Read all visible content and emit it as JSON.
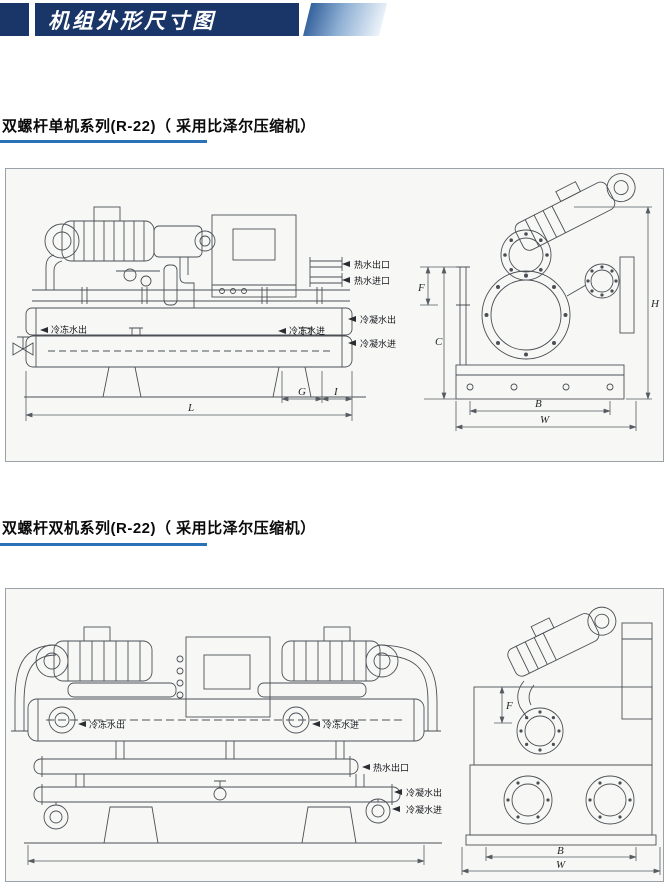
{
  "header": {
    "title": "机组外形尺寸图"
  },
  "theme": {
    "banner_color": "#1a3668",
    "accent_rule_color": "#2b71b8",
    "box_background": "#f7f8f6",
    "line_color": "#4b4f55"
  },
  "section1": {
    "heading": "双螺杆单机系列(R-22)（ 采用比泽尔压缩机）",
    "side_view": {
      "labels": {
        "hot_water_outlet": "热水出口",
        "hot_water_inlet": "热水进口",
        "chilled_water_outlet": "冷冻水出",
        "chilled_water_inlet": "冷冻水进",
        "condenser_water_outlet": "冷凝水出",
        "condenser_water_inlet": "冷凝水进"
      },
      "dimensions": {
        "length": "L",
        "g": "G",
        "i": "I"
      }
    },
    "end_view": {
      "dimensions": {
        "height": "H",
        "f": "F",
        "c": "C",
        "b": "B",
        "width": "W"
      }
    }
  },
  "section2": {
    "heading": "双螺杆双机系列(R-22)（ 采用比泽尔压缩机）",
    "front_view": {
      "labels": {
        "chilled_water_outlet": "冷冻水出",
        "chilled_water_inlet": "冷冻水进",
        "hot_water_outlet": "热水出口",
        "condenser_water_outlet": "冷凝水出",
        "condenser_water_inlet": "冷凝水进"
      }
    },
    "end_view": {
      "dimensions": {
        "f": "F",
        "b": "B",
        "width": "W"
      }
    }
  }
}
